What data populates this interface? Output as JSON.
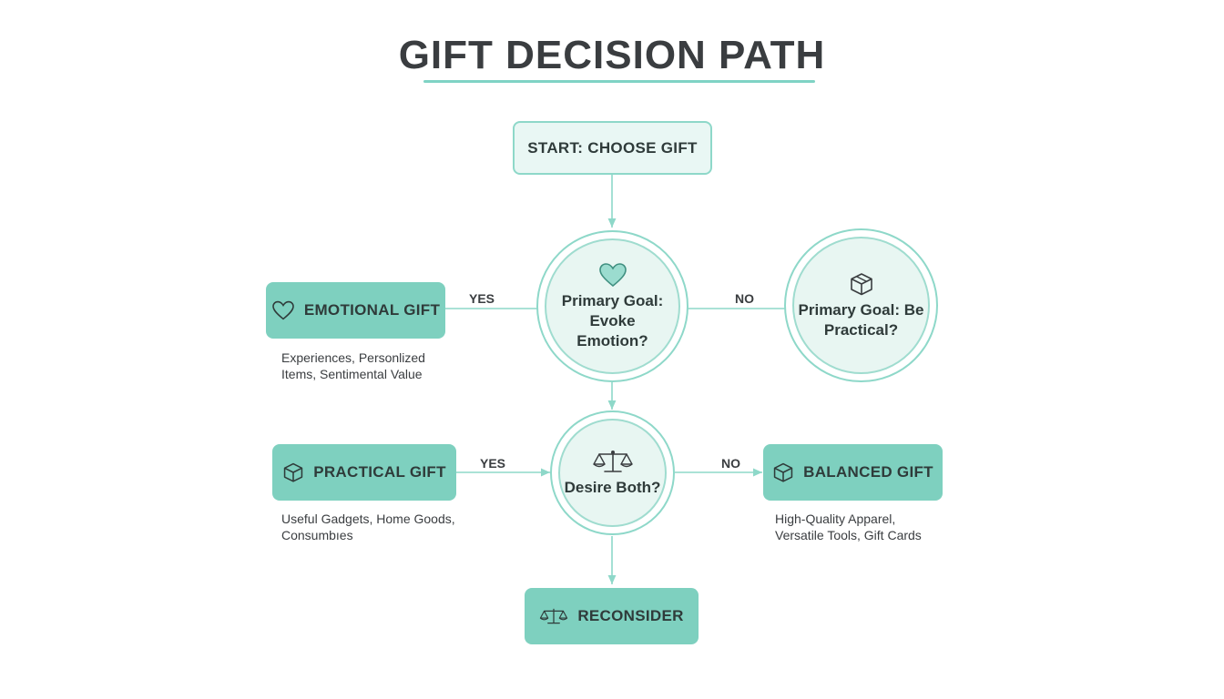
{
  "title": "GIFT DECISION PATH",
  "nodes": {
    "start": {
      "label": "START: CHOOSE GIFT"
    },
    "goal_emotion": {
      "label": "Primary Goal: Evoke Emotion?",
      "icon": "heart-icon"
    },
    "goal_practical": {
      "label": "Primary Goal: Be Practical?",
      "icon": "box-icon"
    },
    "desire_both": {
      "label": "Desire Both?",
      "icon": "scales-icon"
    },
    "emotional_gift": {
      "label": "EMOTIONAL GIFT",
      "icon": "heart-icon",
      "description": "Experiences, Personlized Items, Sentimental Value"
    },
    "practical_gift": {
      "label": "PRACTICAL GIFT",
      "icon": "box-icon",
      "description": "Useful Gadgets, Home Goods, Consumbıes"
    },
    "balanced_gift": {
      "label": "BALANCED GIFT",
      "icon": "box-icon",
      "description": "High-Quality Apparel, Versatile Tools, Gift Cards"
    },
    "reconsider": {
      "label": "RECONSIDER",
      "icon": "scales-icon"
    }
  },
  "edges": {
    "emotion_yes": "YES",
    "emotion_no": "NO",
    "both_yes": "YES",
    "both_no": "NO"
  },
  "colors": {
    "accent": "#7ed0bf",
    "accent_light": "#e8f6f2",
    "stroke": "#8ed8c9",
    "text": "#2f3b3a"
  }
}
